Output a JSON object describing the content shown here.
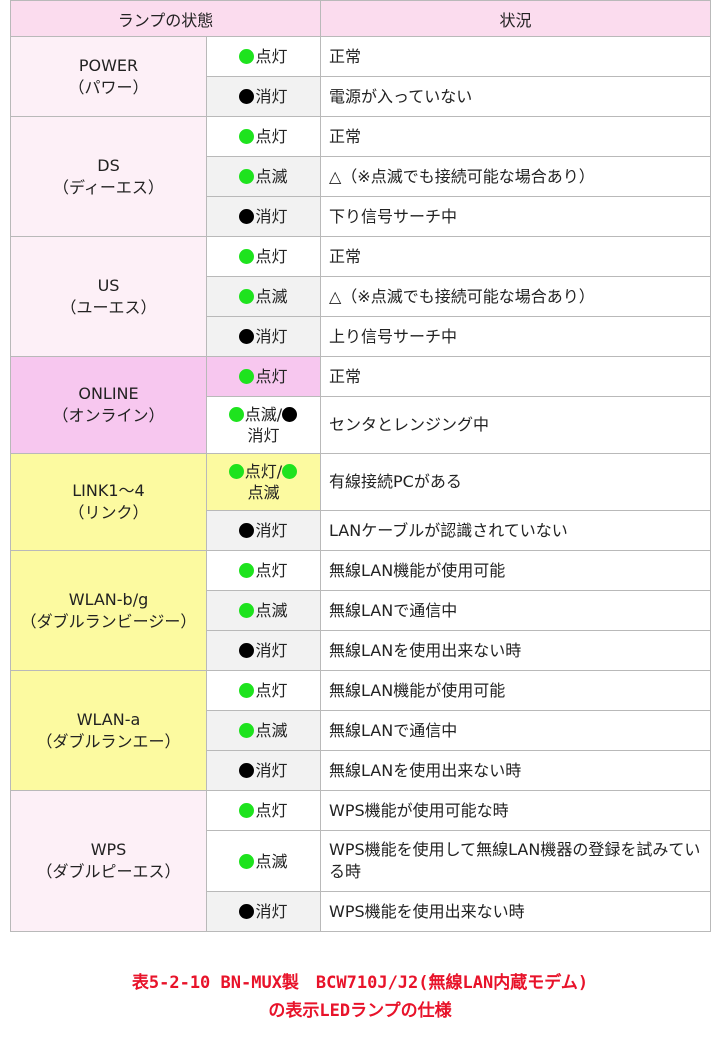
{
  "colors": {
    "header_bg": "#fbdcee",
    "group_pink": "#fdf0f7",
    "group_magenta": "#f7c7ef",
    "group_yellow": "#fcfaa0",
    "green_lamp": "#1ee31e",
    "black_lamp": "#000000",
    "caption": "#e8132a"
  },
  "table": {
    "header": {
      "lamp": "ランプの状態",
      "status": "状況"
    },
    "groups": [
      {
        "name": "POWER",
        "reading": "（パワー）",
        "tone": "pink",
        "rows": [
          {
            "icons": [
              "green-lamp"
            ],
            "state": "点灯",
            "desc": "正常"
          },
          {
            "icons": [
              "black-lamp"
            ],
            "state": "消灯",
            "desc": "電源が入っていない"
          }
        ]
      },
      {
        "name": "DS",
        "reading": "（ディーエス）",
        "tone": "pink",
        "rows": [
          {
            "icons": [
              "green-lamp"
            ],
            "state": "点灯",
            "desc": "正常"
          },
          {
            "icons": [
              "green-lamp"
            ],
            "state": "点滅",
            "desc": "△（※点滅でも接続可能な場合あり）"
          },
          {
            "icons": [
              "black-lamp"
            ],
            "state": "消灯",
            "desc": "下り信号サーチ中"
          }
        ]
      },
      {
        "name": "US",
        "reading": "（ユーエス）",
        "tone": "pink",
        "rows": [
          {
            "icons": [
              "green-lamp"
            ],
            "state": "点灯",
            "desc": "正常"
          },
          {
            "icons": [
              "green-lamp"
            ],
            "state": "点滅",
            "desc": "△（※点滅でも接続可能な場合あり）"
          },
          {
            "icons": [
              "black-lamp"
            ],
            "state": "消灯",
            "desc": "上り信号サーチ中"
          }
        ]
      },
      {
        "name": "ONLINE",
        "reading": "（オンライン）",
        "tone": "magenta",
        "rows": [
          {
            "icons": [
              "green-lamp"
            ],
            "state": "点灯",
            "desc": "正常"
          },
          {
            "icons": [
              "green-lamp",
              "black-lamp"
            ],
            "state": "点滅/消灯",
            "desc": "センタとレンジング中"
          }
        ]
      },
      {
        "name": "LINK1～4",
        "reading": "（リンク）",
        "tone": "yellow",
        "rows": [
          {
            "icons": [
              "green-lamp",
              "green-lamp"
            ],
            "state": "点灯/点滅",
            "desc": "有線接続PCがある"
          },
          {
            "icons": [
              "black-lamp"
            ],
            "state": "消灯",
            "desc": "LANケーブルが認識されていない"
          }
        ]
      },
      {
        "name": "WLAN-b/g",
        "reading": "（ダブルランビージー）",
        "tone": "yellow",
        "rows": [
          {
            "icons": [
              "green-lamp"
            ],
            "state": "点灯",
            "desc": "無線LAN機能が使用可能"
          },
          {
            "icons": [
              "green-lamp"
            ],
            "state": "点滅",
            "desc": "無線LANで通信中"
          },
          {
            "icons": [
              "black-lamp"
            ],
            "state": "消灯",
            "desc": "無線LANを使用出来ない時"
          }
        ]
      },
      {
        "name": "WLAN-a",
        "reading": "（ダブルランエー）",
        "tone": "yellow",
        "rows": [
          {
            "icons": [
              "green-lamp"
            ],
            "state": "点灯",
            "desc": "無線LAN機能が使用可能"
          },
          {
            "icons": [
              "green-lamp"
            ],
            "state": "点滅",
            "desc": "無線LANで通信中"
          },
          {
            "icons": [
              "black-lamp"
            ],
            "state": "消灯",
            "desc": "無線LANを使用出来ない時"
          }
        ]
      },
      {
        "name": "WPS",
        "reading": "（ダブルピーエス）",
        "tone": "pink",
        "rows": [
          {
            "icons": [
              "green-lamp"
            ],
            "state": "点灯",
            "desc": "WPS機能が使用可能な時"
          },
          {
            "icons": [
              "green-lamp"
            ],
            "state": "点滅",
            "desc": "WPS機能を使用して無線LAN機器の登録を試みている時"
          },
          {
            "icons": [
              "black-lamp"
            ],
            "state": "消灯",
            "desc": "WPS機能を使用出来ない時"
          }
        ]
      }
    ]
  },
  "caption": {
    "line1": "表5-2-10 BN-MUX製　BCW710J/J2(無線LAN内蔵モデム)",
    "line2": "の表示LEDランプの仕様"
  }
}
